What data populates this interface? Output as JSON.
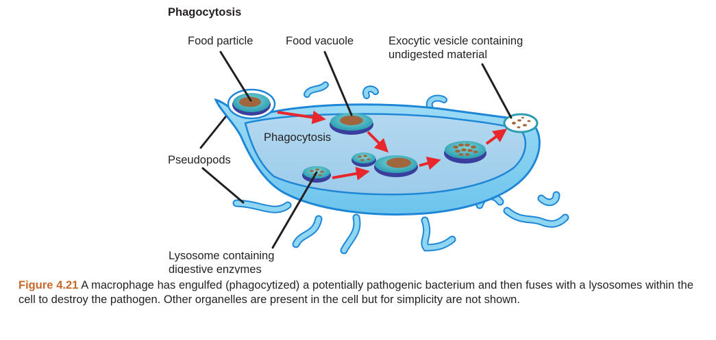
{
  "title": "Phagocytosis",
  "labels": {
    "food_particle": "Food particle",
    "food_vacuole": "Food vacuole",
    "exocytic_line1": "Exocytic vesicle containing",
    "exocytic_line2": "undigested material",
    "phagocytosis": "Phagocytosis",
    "pseudopods": "Pseudopods",
    "lysosome_line1": "Lysosome containing",
    "lysosome_line2": "digestive enzymes"
  },
  "caption": {
    "figure_number": "Figure 4.21",
    "text": "A macrophage has engulfed (phagocytized) a potentially pathogenic bacterium and then fuses with a lysosomes within the cell to destroy the pathogen. Other organelles are present in the cell but for simplicity are not shown."
  },
  "colors": {
    "cell_outer": "#7fd0f0",
    "cell_inner": "#a8d4ee",
    "cell_outline": "#1e86d6",
    "vacuole_outer": "#2b9db0",
    "vacuole_bottom": "#3a3f9e",
    "food_particle": "#a0673f",
    "arrow": "#e8262b",
    "caption_accent": "#c8692b"
  }
}
